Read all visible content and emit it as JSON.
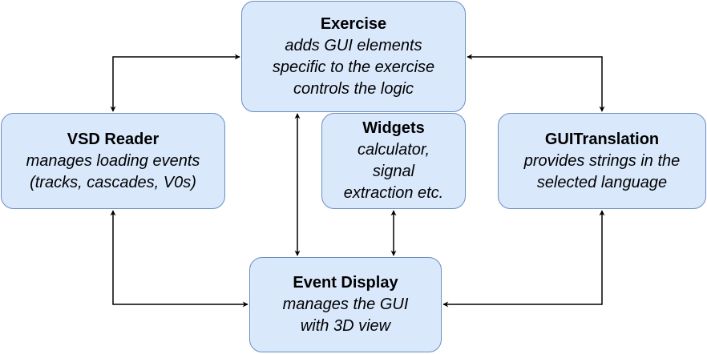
{
  "nodes": {
    "exercise": {
      "title": "Exercise",
      "lines": [
        "adds GUI elements",
        "specific to the exercise",
        "controls the logic"
      ]
    },
    "vsd_reader": {
      "title": "VSD Reader",
      "lines": [
        "manages loading events",
        "(tracks, cascades, V0s)"
      ]
    },
    "widgets": {
      "title": "Widgets",
      "lines": [
        "calculator,",
        "signal",
        "extraction etc."
      ]
    },
    "gui_translation": {
      "title": "GUITranslation",
      "lines": [
        "provides strings in the",
        "selected language"
      ]
    },
    "event_display": {
      "title": "Event Display",
      "lines": [
        "manages the GUI",
        "with 3D view"
      ]
    }
  },
  "edges": [
    {
      "from": "exercise",
      "to": "vsd_reader",
      "direction": "both"
    },
    {
      "from": "exercise",
      "to": "gui_translation",
      "direction": "both"
    },
    {
      "from": "exercise",
      "to": "event_display",
      "direction": "both"
    },
    {
      "from": "widgets",
      "to": "event_display",
      "direction": "both"
    },
    {
      "from": "vsd_reader",
      "to": "event_display",
      "direction": "both"
    },
    {
      "from": "gui_translation",
      "to": "event_display",
      "direction": "both"
    }
  ],
  "colors": {
    "node_fill": "#dae8fc",
    "node_border": "#6c8ebf",
    "connector": "#000000"
  }
}
